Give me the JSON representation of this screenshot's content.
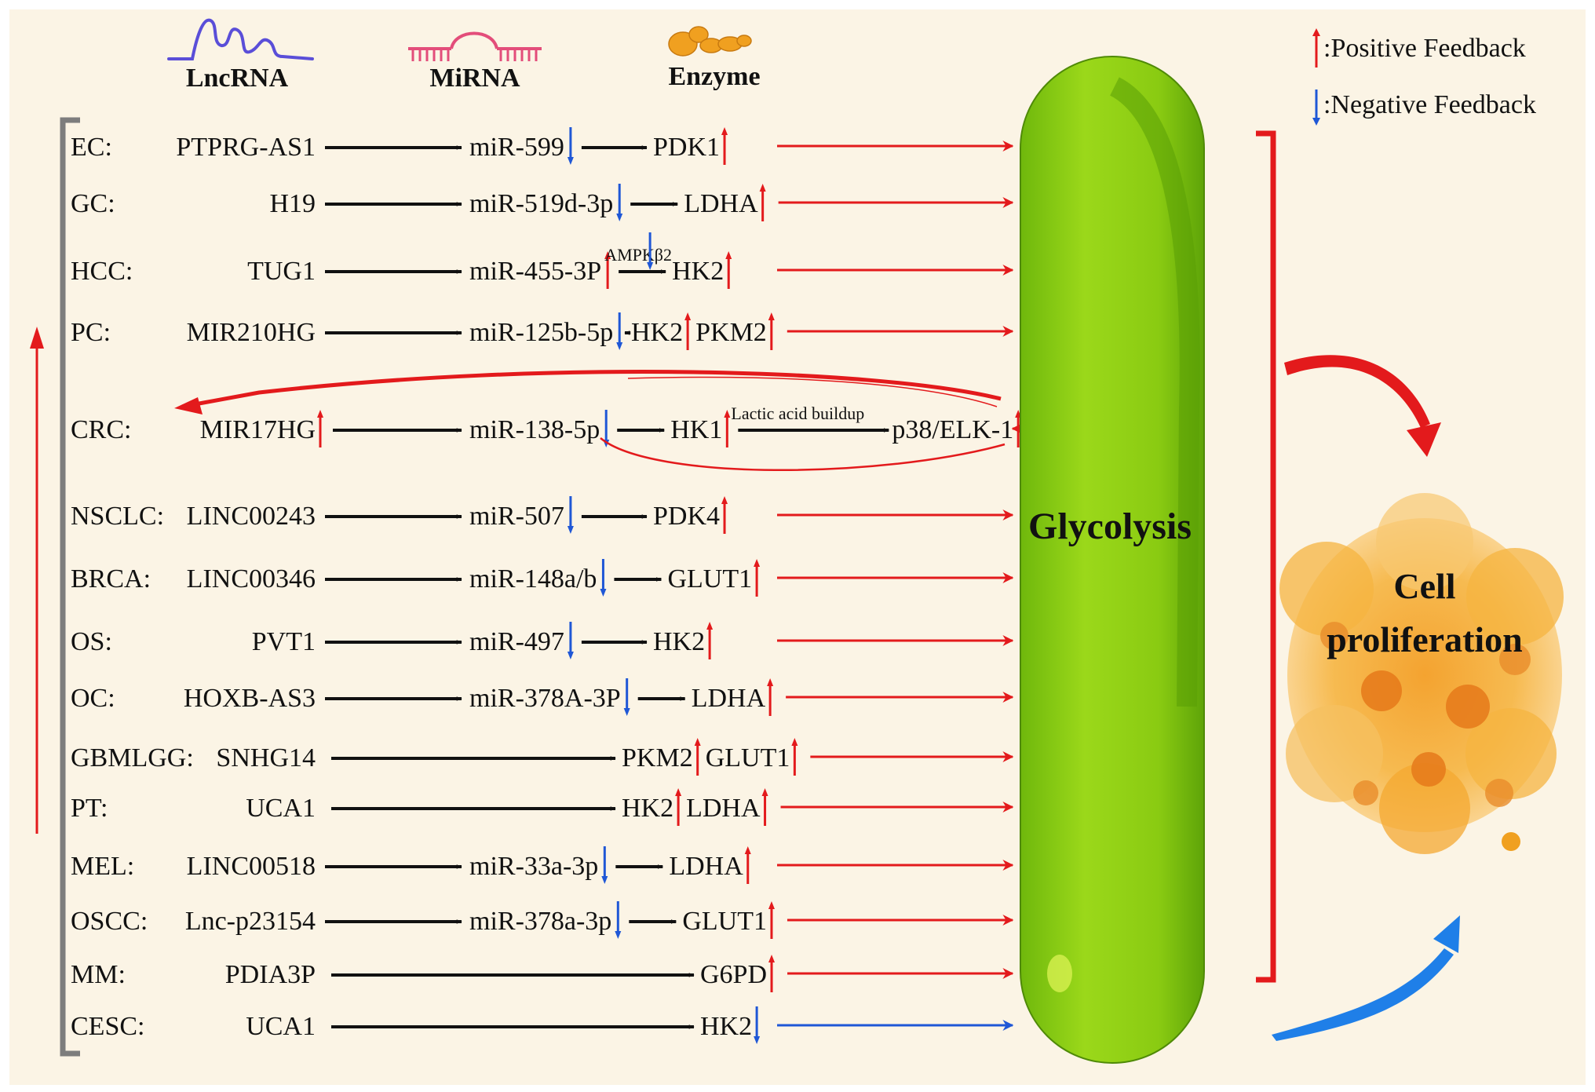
{
  "headers": {
    "lncrna": "LncRNA",
    "mirna": "MiRNA",
    "enzyme": "Enzyme"
  },
  "legend": {
    "positive": ":Positive Feedback",
    "negative": ":Negative Feedback"
  },
  "glycolysis_label": "Glycolysis",
  "cell_label_line1": "Cell",
  "cell_label_line2": "proliferation",
  "colors": {
    "background": "#fbf4e5",
    "positive": "#e31a1c",
    "negative": "#1f57d6",
    "glycolysis": "#8fd114",
    "ink": "#111111",
    "bracket": "#7d7d7d"
  },
  "rows": [
    {
      "disease": "EC:",
      "lncrna": "PTPRG-AS1",
      "mirna": "miR-599",
      "mirna_arrow": "down",
      "enzymes": [
        {
          "name": "PDK1",
          "arrow": "up"
        }
      ],
      "output": "positive"
    },
    {
      "disease": "GC:",
      "lncrna": "H19",
      "mirna": "miR-519d-3p",
      "mirna_arrow": "down",
      "enzymes": [
        {
          "name": "LDHA",
          "arrow": "up"
        }
      ],
      "output": "positive"
    },
    {
      "disease": "HCC:",
      "lncrna": "TUG1",
      "mirna": "miR-455-3P",
      "mirna_arrow": "up",
      "mediator": "AMPKβ2",
      "mediator_arrow": "down",
      "enzymes": [
        {
          "name": "HK2",
          "arrow": "up"
        }
      ],
      "output": "positive"
    },
    {
      "disease": "PC:",
      "lncrna": "MIR210HG",
      "mirna": "miR-125b-5p",
      "mirna_arrow": "down",
      "enzymes": [
        {
          "name": "HK2",
          "arrow": "up"
        },
        {
          "name": "PKM2",
          "arrow": "up"
        }
      ],
      "output": "positive"
    },
    {
      "disease": "CRC:",
      "lncrna": "MIR17HG",
      "lncrna_arrow": "up",
      "mirna": "miR-138-5p",
      "mirna_arrow": "down",
      "enzymes": [
        {
          "name": "HK1",
          "arrow": "up"
        }
      ],
      "mediator": "Lactic acid buildup",
      "target": "p38/ELK-1",
      "target_arrow": "up",
      "output": "positive"
    },
    {
      "disease": "NSCLC:",
      "lncrna": "LINC00243",
      "mirna": "miR-507",
      "mirna_arrow": "down",
      "enzymes": [
        {
          "name": "PDK4",
          "arrow": "up"
        }
      ],
      "output": "positive"
    },
    {
      "disease": "BRCA:",
      "lncrna": "LINC00346",
      "mirna": "miR-148a/b",
      "mirna_arrow": "down",
      "enzymes": [
        {
          "name": "GLUT1",
          "arrow": "up"
        }
      ],
      "output": "positive"
    },
    {
      "disease": "OS:",
      "lncrna": "PVT1",
      "mirna": "miR-497",
      "mirna_arrow": "down",
      "enzymes": [
        {
          "name": "HK2",
          "arrow": "up"
        }
      ],
      "output": "positive"
    },
    {
      "disease": "OC:",
      "lncrna": "HOXB-AS3",
      "mirna": "miR-378A-3P",
      "mirna_arrow": "down",
      "enzymes": [
        {
          "name": "LDHA",
          "arrow": "up"
        }
      ],
      "output": "positive"
    },
    {
      "disease": "GBMLGG:",
      "lncrna": "SNHG14",
      "enzymes": [
        {
          "name": "PKM2",
          "arrow": "up"
        },
        {
          "name": "GLUT1",
          "arrow": "up"
        }
      ],
      "output": "positive"
    },
    {
      "disease": "PT:",
      "lncrna": "UCA1",
      "enzymes": [
        {
          "name": "HK2",
          "arrow": "up"
        },
        {
          "name": "LDHA",
          "arrow": "up"
        }
      ],
      "output": "positive"
    },
    {
      "disease": "MEL:",
      "lncrna": "LINC00518",
      "mirna": "miR-33a-3p",
      "mirna_arrow": "down",
      "enzymes": [
        {
          "name": "LDHA",
          "arrow": "up"
        }
      ],
      "output": "positive"
    },
    {
      "disease": "OSCC:",
      "lncrna": "Lnc-p23154",
      "mirna": "miR-378a-3p",
      "mirna_arrow": "down",
      "enzymes": [
        {
          "name": "GLUT1",
          "arrow": "up"
        }
      ],
      "output": "positive"
    },
    {
      "disease": "MM:",
      "lncrna": "PDIA3P",
      "enzymes": [
        {
          "name": "G6PD",
          "arrow": "up"
        }
      ],
      "output": "positive"
    },
    {
      "disease": "CESC:",
      "lncrna": "UCA1",
      "enzymes": [
        {
          "name": "HK2",
          "arrow": "down"
        }
      ],
      "output": "negative"
    }
  ]
}
